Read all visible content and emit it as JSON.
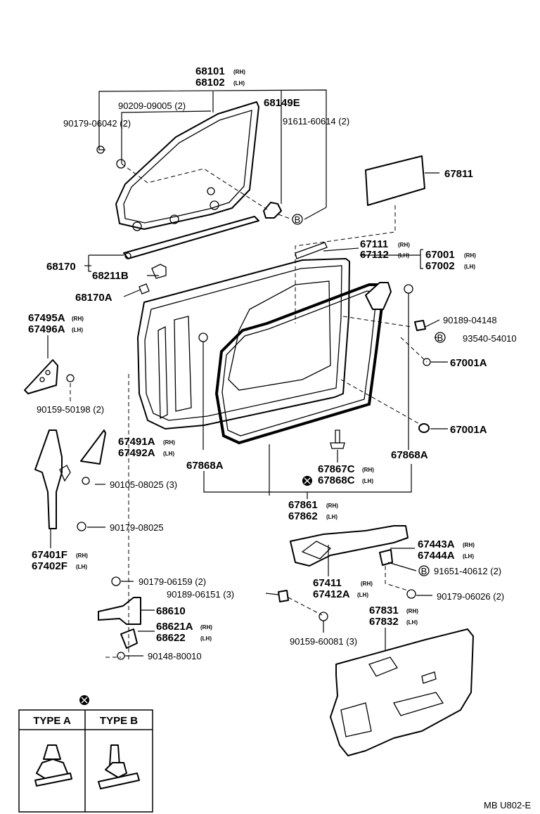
{
  "labels": {
    "p68101": "68101",
    "p68102": "68102",
    "p90209": "90209-09005 (2)",
    "p68149E": "68149E",
    "p90179_06042": "90179-06042 (2)",
    "p91611": "91611-60614 (2)",
    "p67811": "67811",
    "p67111": "67111",
    "p67112": "67112",
    "p67001": "67001",
    "p67002": "67002",
    "p68170": "68170",
    "p68211B": "68211B",
    "p68170A": "68170A",
    "p90189_04148": "90189-04148",
    "p93540": "93540-54010",
    "p67001A_1": "67001A",
    "p67001A_2": "67001A",
    "p67495A": "67495A",
    "p67496A": "67496A",
    "p90159_50198": "90159-50198 (2)",
    "p67491A": "67491A",
    "p67492A": "67492A",
    "p90105": "90105-08025 (3)",
    "p90179_08025": "90179-08025",
    "p67868A_l": "67868A",
    "p67868A_r": "67868A",
    "p67867C": "67867C",
    "p67868C": "67868C",
    "p67861": "67861",
    "p67862": "67862",
    "p67401F": "67401F",
    "p67402F": "67402F",
    "p67443A": "67443A",
    "p67444A": "67444A",
    "p91651": "91651-40612 (2)",
    "p90179_06159": "90179-06159 (2)",
    "p90189_06151": "90189-06151 (3)",
    "p67411": "67411",
    "p67412A": "67412A",
    "p90179_06026": "90179-06026 (2)",
    "p68610": "68610",
    "p68621A": "68621A",
    "p68622": "68622",
    "p67831": "67831",
    "p67832": "67832",
    "p90159_60081": "90159-60081 (3)",
    "p90148": "90148-80010",
    "footer": "MB U802-E"
  },
  "suffix": {
    "rh": "(RH)",
    "lh": "(LH)"
  },
  "callout": "B",
  "legend": {
    "type_a": "TYPE A",
    "type_b": "TYPE B"
  }
}
